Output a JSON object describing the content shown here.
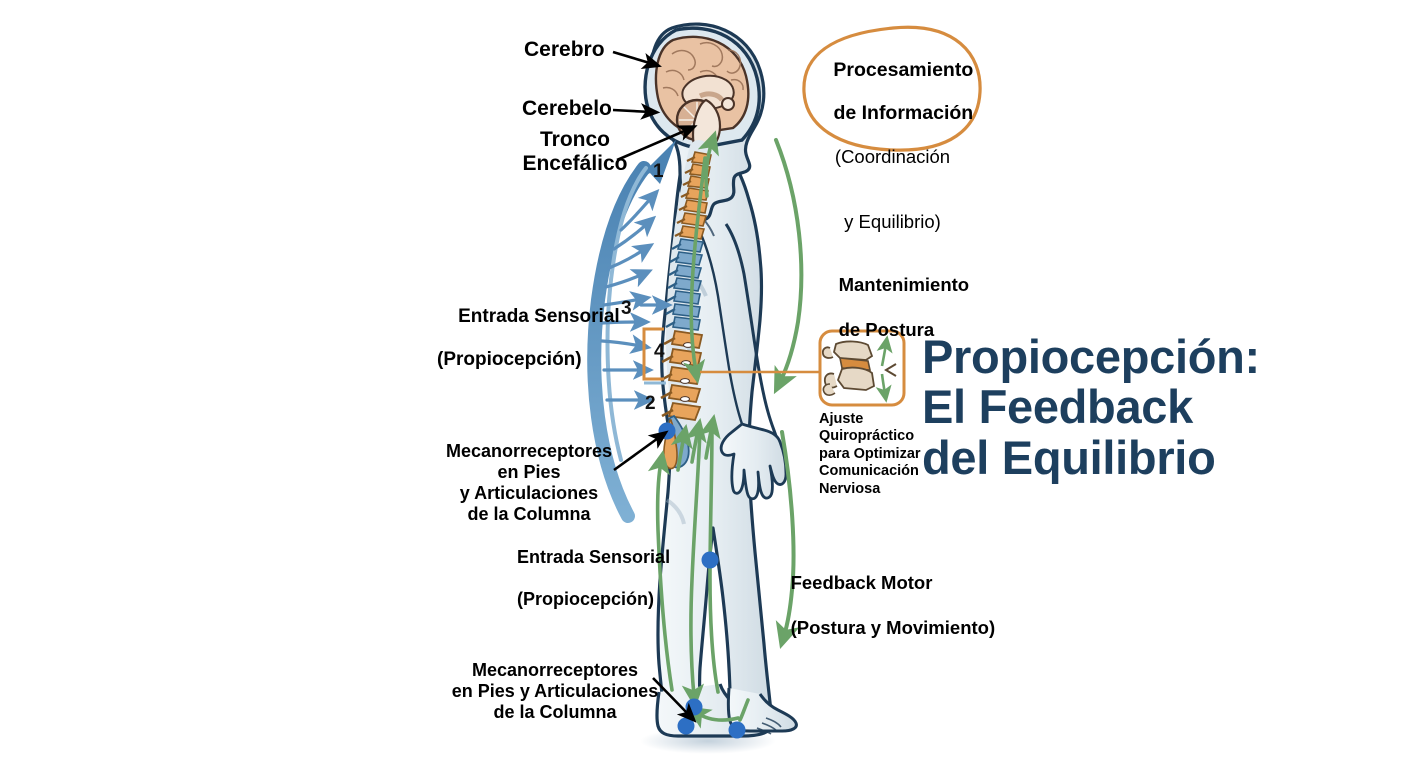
{
  "title": {
    "line1": "Propiocepción:",
    "line2": "El Feedback",
    "line3": "del Equilibrio",
    "color": "#1d3f5e"
  },
  "anatomy_labels": {
    "cerebro": "Cerebro",
    "cerebelo": "Cerebelo",
    "tronco": "Tronco\nEncefálico"
  },
  "callouts": {
    "processing": {
      "heading_line1": "Procesamiento",
      "heading_line2": "de Información",
      "sub_line1": "(Coordinación",
      "sub_line2": "y Equilibrio)",
      "border_color": "#d68c3f"
    },
    "adjustment": {
      "caption": "Ajuste\nQuiropráctico\npara Optimizar\nComunicación\nNerviosa",
      "border_color": "#d68c3f"
    }
  },
  "flow_labels": {
    "sensory_input_upper_line1": "Entrada Sensorial",
    "sensory_input_upper_line2": "(Propiocepción)",
    "sensory_input_lower_line1": "Entrada Sensorial",
    "sensory_input_lower_line2": "(Propiocepción)",
    "mechanoreceptors_upper": "Mecanorreceptores\nen Pies\ny Articulaciones\nde la Columna",
    "mechanoreceptors_lower": "Mecanorreceptores\nen Pies y Articulaciones\nde la Columna",
    "posture_maintenance_line1": "Mantenimiento",
    "posture_maintenance_line2": "de Postura",
    "motor_feedback_line1": "Feedback Motor",
    "motor_feedback_line2": "(Postura y Movimiento)"
  },
  "spine_markers": {
    "m1": "1",
    "m2": "2",
    "m3": "3",
    "m4": "4"
  },
  "colors": {
    "sensory_arrow_blue": "#5b8fbd",
    "motor_arrow_green": "#6ba368",
    "accent_orange": "#d68c3f",
    "spine_orange": "#e8a45c",
    "spine_blue": "#7ea9cc",
    "body_outline": "#1d3a55",
    "body_fill": "#e8eef2",
    "joint_dot": "#2d6fc4",
    "brain_tan": "#e8c3a6",
    "title_navy": "#1d3f5e"
  }
}
